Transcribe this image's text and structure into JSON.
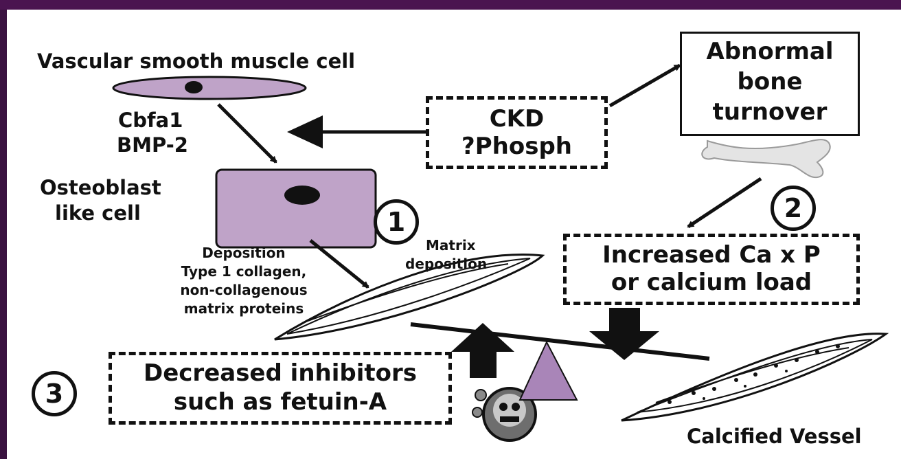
{
  "labels": {
    "vsmc": "Vascular smooth muscle cell",
    "cbfa1": "Cbfa1",
    "bmp2": "BMP-2",
    "osteoblast_line1": "Osteoblast",
    "osteoblast_line2": "like cell",
    "deposition_line1": "Deposition",
    "deposition_line2": "Type 1 collagen,",
    "deposition_line3": "non-collagenous",
    "deposition_line4": "matrix proteins",
    "matrix_line1": "Matrix",
    "matrix_line2": "deposition",
    "calcified_vessel": "Calcified Vessel"
  },
  "boxes": {
    "ckd_line1": "CKD",
    "ckd_line2": "?Phosph",
    "bone_line1": "Abnormal",
    "bone_line2": "bone",
    "bone_line3": "turnover",
    "capl_line1": "Increased Ca x P",
    "capl_line2": "or calcium load",
    "inhib_line1": "Decreased inhibitors",
    "inhib_line2": "such as fetuin-A"
  },
  "markers": {
    "one": "1",
    "two": "2",
    "three": "3"
  },
  "colors": {
    "frame": "#4a1450",
    "cell_fill": "#bfa3c8",
    "fulcrum": "#a985b8",
    "ink": "#111111"
  }
}
